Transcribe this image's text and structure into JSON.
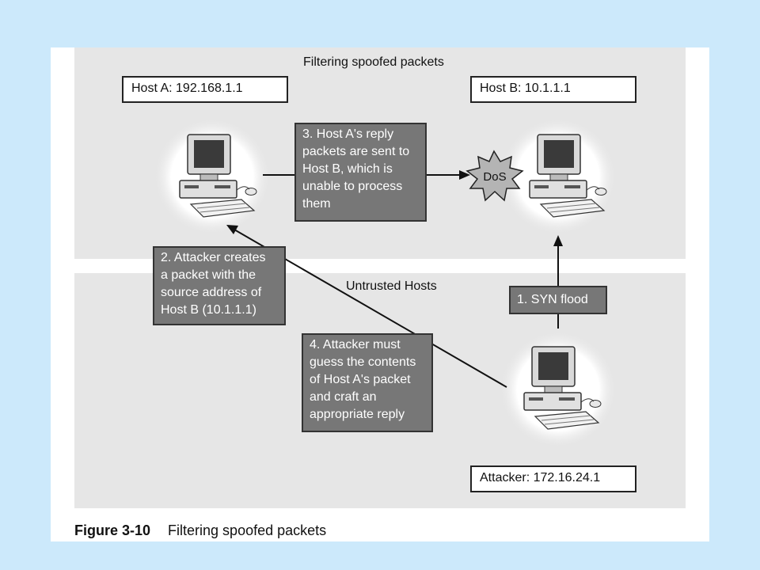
{
  "title": "Filtering spoofed packets",
  "zones": {
    "untrusted": "Untrusted Hosts"
  },
  "hosts": {
    "host_a": "Host A: 192.168.1.1",
    "host_b": "Host B: 10.1.1.1",
    "attacker": "Attacker: 172.16.24.1"
  },
  "steps": {
    "syn_flood": "1. SYN flood",
    "create_packet": "2. Attacker creates\na packet with the\nsource address of\nHost B (10.1.1.1)",
    "reply_sent": "3. Host A's reply\npackets are sent to\nHost B, which is\nunable to process\nthem",
    "guess_contents": "4. Attacker must\nguess the contents\nof Host A's packet\nand craft an\nappropriate reply"
  },
  "dos_label": "DoS",
  "caption": {
    "number": "Figure 3-10",
    "text": "Filtering spoofed packets"
  },
  "colors": {
    "background": "#cce9fb",
    "band": "#e6e6e6",
    "note_fill": "#777777"
  }
}
